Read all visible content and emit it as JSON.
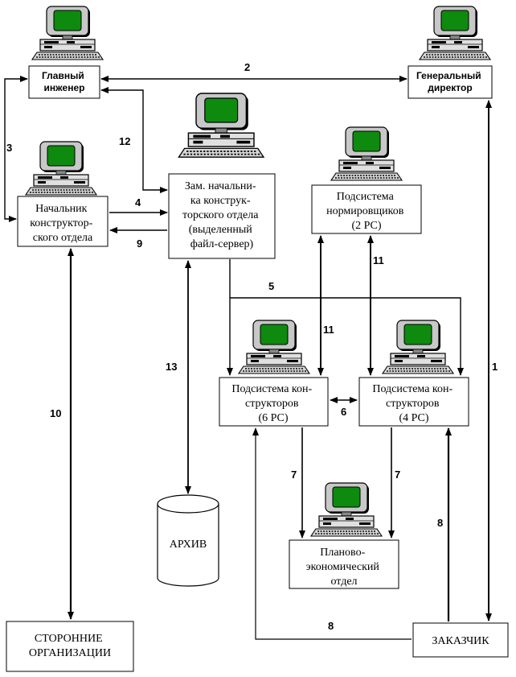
{
  "nodes": {
    "chief_engineer": [
      "Главный",
      "инженер"
    ],
    "general_director": [
      "Генеральный",
      "директор"
    ],
    "head_design_dept": [
      "Начальник",
      "конструктор-",
      "ского отдела"
    ],
    "deputy_head": [
      "Зам. начальни-",
      "ка конструк-",
      "торского отдела",
      "(выделенный",
      "файл-сервер)"
    ],
    "norm_subsystem": [
      "Подсистема",
      "нормировщиков",
      "(2 РС)"
    ],
    "designers_6": [
      "Подсистема кон-",
      "структоров",
      "(6 РС)"
    ],
    "designers_4": [
      "Подсистема кон-",
      "структоров",
      "(4 РС)"
    ],
    "planning_dept": [
      "Планово-",
      "экономический",
      "отдел"
    ],
    "archive": "АРХИВ",
    "external_orgs": [
      "СТОРОННИЕ",
      "ОРГАНИЗАЦИИ"
    ],
    "customer": "ЗАКАЗЧИК"
  },
  "link_labels": {
    "l1": "1",
    "l2": "2",
    "l3": "3",
    "l4": "4",
    "l5": "5",
    "l6": "6",
    "l7a": "7",
    "l7b": "7",
    "l8a": "8",
    "l8b": "8",
    "l9": "9",
    "l10": "10",
    "l11a": "11",
    "l11b": "11",
    "l12": "12",
    "l13": "13"
  },
  "colors": {
    "screen": "#0e8a0e",
    "monitor_shadow": "#000000",
    "line": "#000000"
  }
}
